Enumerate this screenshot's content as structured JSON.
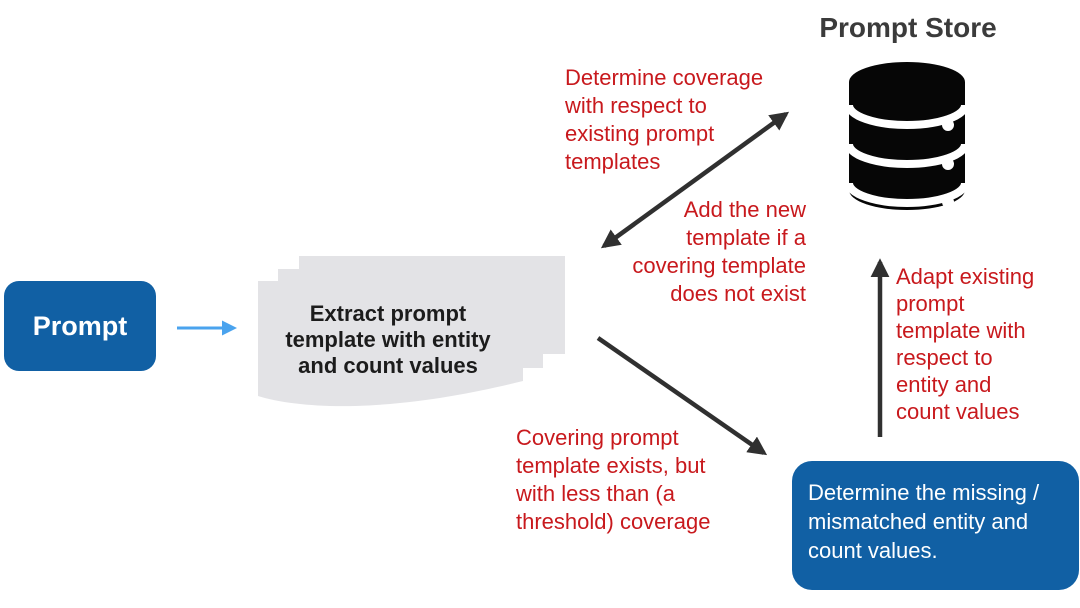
{
  "colors": {
    "node-blue": "#1160a4",
    "flow-arrow-blue": "#4aa3ee",
    "annotation-red": "#c8191d",
    "arrow-dark": "#303030",
    "doc-gray": "#e3e3e6",
    "title-gray": "#3b3b3b",
    "text-black": "#1c1c1c",
    "text-white": "#ffffff"
  },
  "nodes": {
    "prompt": {
      "label": "Prompt"
    },
    "extract_template": {
      "label": "Extract prompt\ntemplate with entity\nand count values"
    },
    "prompt_store": {
      "title": "Prompt Store"
    },
    "determine_missing": {
      "label": "Determine the missing /\nmismatched entity and\ncount values."
    }
  },
  "annotations": {
    "determine_coverage": "Determine coverage\nwith respect to\nexisting prompt\ntemplates",
    "add_new_template": "Add the new\ntemplate if a\ncovering template\ndoes not exist",
    "covering_exists": "Covering prompt\ntemplate exists, but\nwith less than (a\nthreshold) coverage",
    "adapt_existing": "Adapt existing\nprompt\ntemplate with\nrespect to\nentity and\ncount values"
  },
  "icons": {
    "database": "database-icon"
  }
}
